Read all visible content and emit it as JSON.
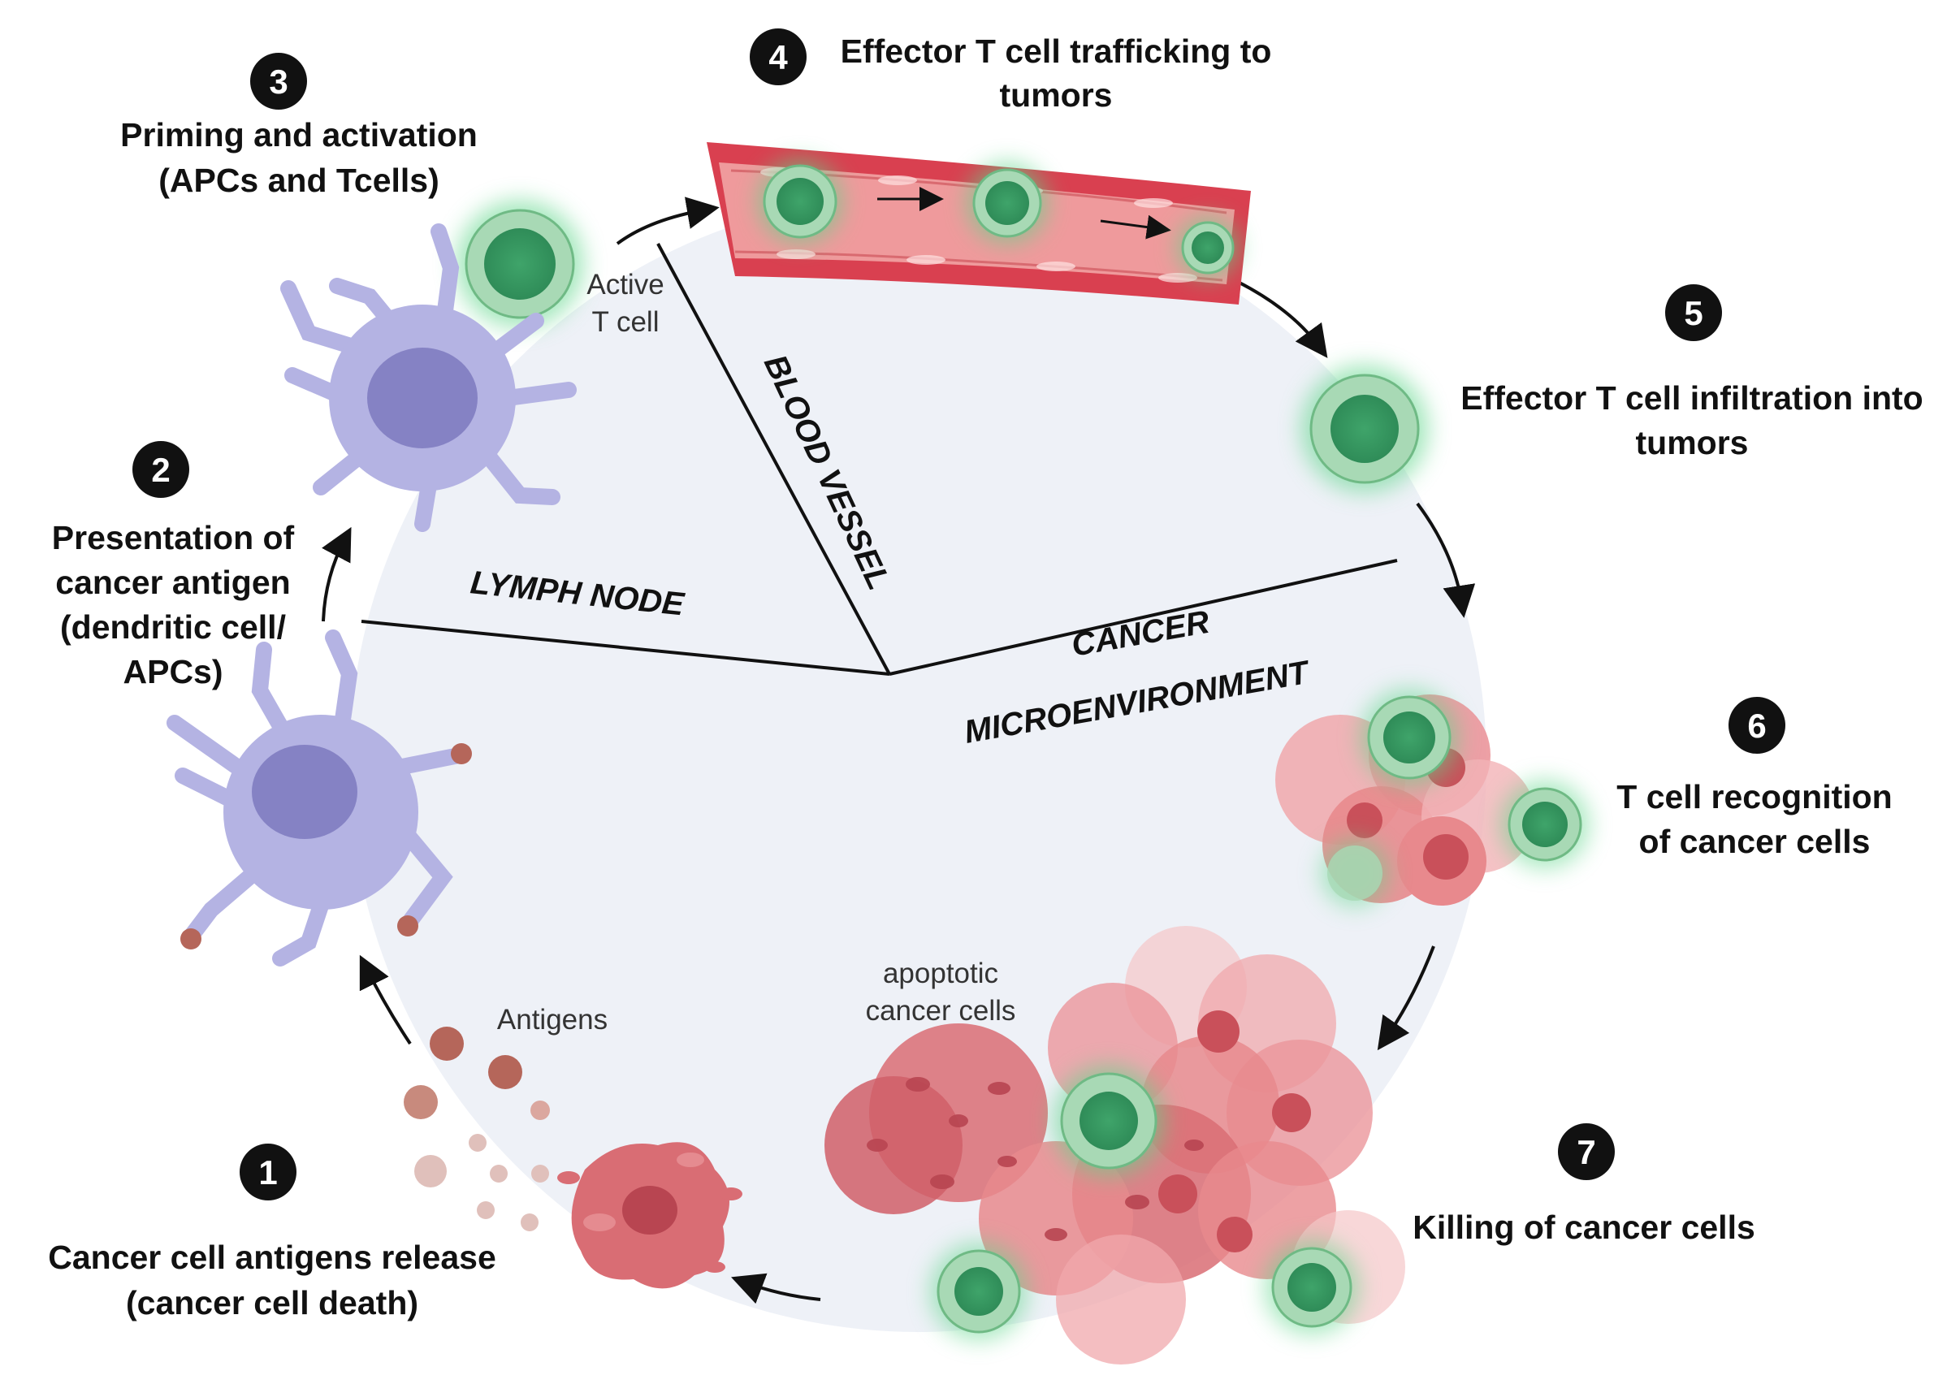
{
  "steps": [
    {
      "number": "1",
      "lines": [
        "Cancer cell antigens release",
        "(cancer cell death)"
      ]
    },
    {
      "number": "2",
      "lines": [
        "Presentation of",
        "cancer antigen",
        "(dendritic cell/",
        "APCs)"
      ]
    },
    {
      "number": "3",
      "lines": [
        "Priming and activation",
        "(APCs and Tcells)"
      ]
    },
    {
      "number": "4",
      "lines": [
        "Effector T cell trafficking to",
        "tumors"
      ]
    },
    {
      "number": "5",
      "lines": [
        "Effector T cell infiltration into",
        "tumors"
      ]
    },
    {
      "number": "6",
      "lines": [
        "T cell recognition",
        "of cancer cells"
      ]
    },
    {
      "number": "7",
      "lines": [
        "Killing of cancer cells"
      ]
    }
  ],
  "regions": {
    "lymph_node": "LYMPH NODE",
    "blood_vessel": "BLOOD VESSEL",
    "cancer_microenvironment": [
      "CANCER",
      "MICROENVIRONMENT"
    ]
  },
  "annotations": {
    "active_t_cell": [
      "Active",
      "T cell"
    ],
    "antigens": "Antigens",
    "apoptotic_cancer_cells": [
      "apoptotic",
      "cancer cells"
    ]
  },
  "colors": {
    "circle_fill": "#eef1f7",
    "t_cell_outer": "#a8d9b5",
    "t_cell_inner": "#3fa46a",
    "t_cell_glow": "#5fd68a",
    "dendritic_cell": "#b4b3e3",
    "dendritic_nucleus": "#8582c4",
    "antigen": "#b5665a",
    "cancer_cell": "#e8898d",
    "cancer_nucleus": "#c9505a",
    "vessel_wall": "#d94050",
    "vessel_lumen": "#ef9a9c",
    "arrow": "#111111"
  }
}
